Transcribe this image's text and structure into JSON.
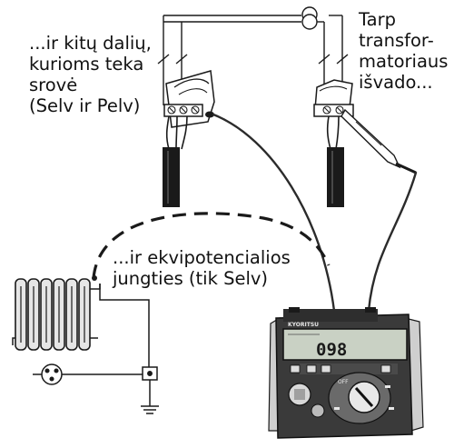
{
  "captions": {
    "left": [
      "...ir kitų dalių,",
      "kurioms teka",
      "srovė",
      "(Selv ir Pelv)"
    ],
    "right": [
      "Tarp",
      "transfor-",
      "matoriaus",
      "išvado..."
    ],
    "middle": [
      "...ir ekvipotencialios",
      "jungties (tik Selv)"
    ]
  },
  "meter": {
    "brand": "KYORITSU",
    "display_value": "098",
    "function_label": "OFF"
  },
  "colors": {
    "ink": "#1a1a1a",
    "meter_body": "#3a3a3a",
    "meter_side": "#cfcfcf",
    "lcd": "#c9d1c4",
    "cable": "#2b2b2b",
    "radiator": "#e6e6e6"
  }
}
